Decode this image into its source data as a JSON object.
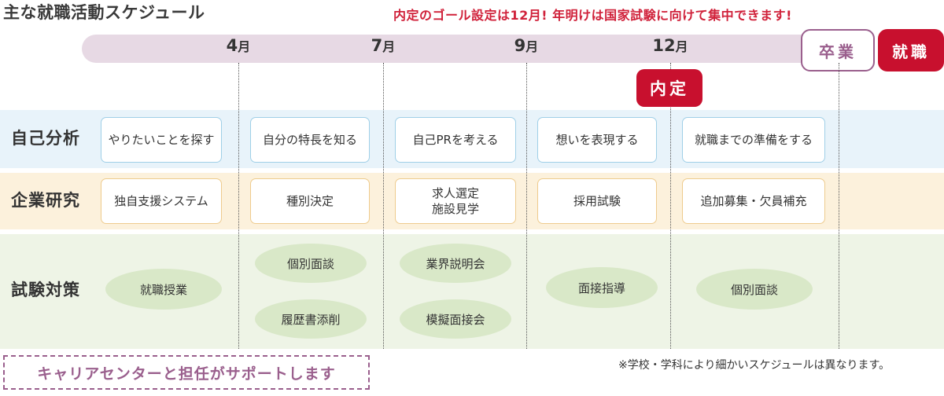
{
  "title": "主な就職活動スケジュール",
  "headline": "内定のゴール設定は12月! 年明けは国家試験に向けて集中できます!",
  "timeline": {
    "months": [
      {
        "num": "4",
        "unit": "月"
      },
      {
        "num": "7",
        "unit": "月"
      },
      {
        "num": "9",
        "unit": "月"
      },
      {
        "num": "12",
        "unit": "月"
      }
    ],
    "graduation": "卒業",
    "employment": "就職",
    "offer": "内定"
  },
  "rows": {
    "self_analysis": {
      "label": "自己分析",
      "items": [
        "やりたいことを探す",
        "自分の特長を知る",
        "自己PRを考える",
        "想いを表現する",
        "就職までの準備をする"
      ]
    },
    "company_research": {
      "label": "企業研究",
      "items": [
        "独自支援システム",
        "種別決定",
        "求人選定",
        "施設見学",
        "採用試験",
        "追加募集・欠員補充"
      ]
    },
    "exam_prep": {
      "label": "試験対策",
      "items": [
        "就職授業",
        "個別面談",
        "履歴書添削",
        "業界説明会",
        "模擬面接会",
        "面接指導",
        "個別面談"
      ]
    }
  },
  "support": "キャリアセンターと担任がサポートします",
  "footnote": "※学校・学科により細かいスケジュールは異なります。",
  "colors": {
    "accent_red": "#c8102e",
    "accent_purple": "#9a5f8d",
    "timeline_bar": "#e7d9e4",
    "row_self": "#e8f3fa",
    "row_company": "#fcf1dc",
    "row_exam": "#eef4e6",
    "pill": "#d9e8c8"
  }
}
